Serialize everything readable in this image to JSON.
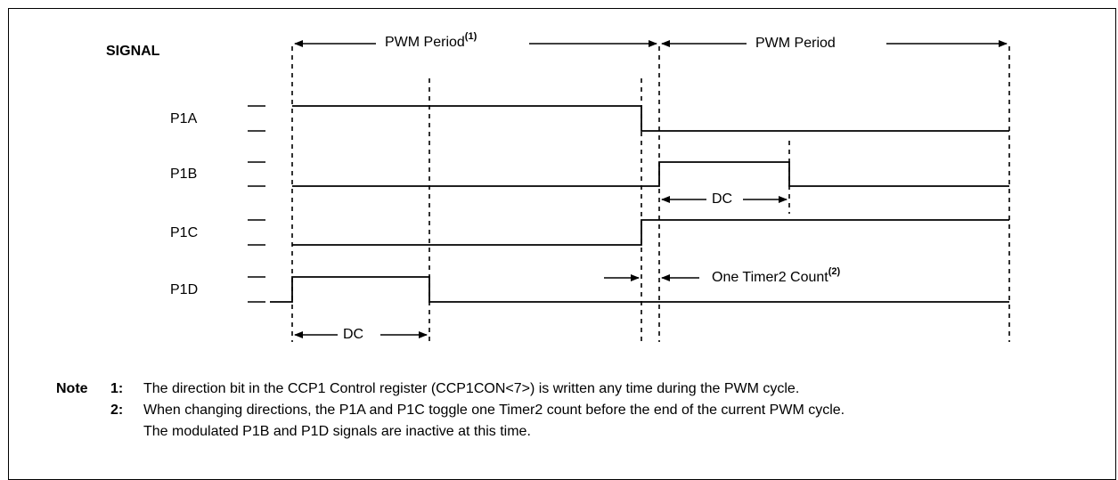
{
  "header": {
    "signal_title": "SIGNAL"
  },
  "periods": {
    "first_label": "PWM Period",
    "first_superscript": "(1)",
    "second_label": "PWM Period"
  },
  "signals": [
    "P1A",
    "P1B",
    "P1C",
    "P1D"
  ],
  "annotations": {
    "dc_p1b": "DC",
    "dc_p1d": "DC",
    "timer_count": "One Timer2 Count",
    "timer_superscript": "(2)"
  },
  "notes": {
    "heading": "Note",
    "items": [
      {
        "number": "1:",
        "text": "The direction bit in the CCP1 Control register (CCP1CON<7>) is written any time during the PWM cycle."
      },
      {
        "number": "2:",
        "text": "When changing directions, the P1A and P1C toggle one Timer2 count before the end of the current PWM cycle."
      }
    ],
    "continuation": "The modulated P1B and P1D signals are inactive at this time."
  }
}
